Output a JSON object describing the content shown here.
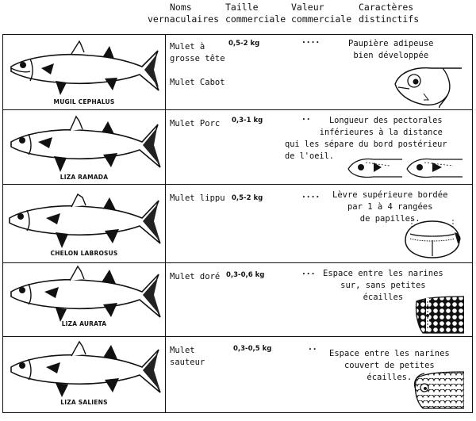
{
  "header": {
    "col_names": [
      "Noms",
      "vernaculaires"
    ],
    "col_size": [
      "Taille",
      "commerciale"
    ],
    "col_value": [
      "Valeur",
      "commerciale"
    ],
    "col_traits": [
      "Caractères",
      "distinctifs"
    ]
  },
  "rows": [
    {
      "species": "MUGIL CEPHALUS",
      "names": [
        "Mulet à",
        "grosse tête",
        "",
        "Mulet Cabot"
      ],
      "size": "0,5-2 kg",
      "value": "....",
      "traits": [
        "Paupière adipeuse",
        "bien développée"
      ],
      "sketch_icon": "mullet-head-eyelid-icon"
    },
    {
      "species": "LIZA RAMADA",
      "names": [
        "Mulet Porc"
      ],
      "size": "0,3-1 kg",
      "value": "..",
      "traits": [
        "Longueur des pectorales",
        "inférieures à la distance",
        "qui les sépare du bord postérieur",
        "de l'oeil."
      ],
      "sketch_icon": "pectoral-fin-heads-icon"
    },
    {
      "species": "CHELON LABROSUS",
      "names": [
        "Mulet lippu"
      ],
      "size": "0,5-2 kg",
      "value": "....",
      "traits": [
        "Lèvre supérieure bordée",
        "par 1 à 4 rangées",
        "de papilles."
      ],
      "sketch_icon": "lip-papillae-icon"
    },
    {
      "species": "LIZA AURATA",
      "names": [
        "Mulet doré"
      ],
      "size": "0,3-0,6 kg",
      "value": "...",
      "traits": [
        "Espace entre les narines",
        "sur, sans petites",
        "écailles"
      ],
      "sketch_icon": "nostril-scales-icon"
    },
    {
      "species": "LIZA SALIENS",
      "names": [
        "Mulet",
        "sauteur"
      ],
      "size": "0,3-0,5 kg",
      "value": "..",
      "traits": [
        "Espace entre les narines",
        "couvert de petites",
        "écailles."
      ],
      "sketch_icon": "nostril-small-scales-icon"
    }
  ]
}
